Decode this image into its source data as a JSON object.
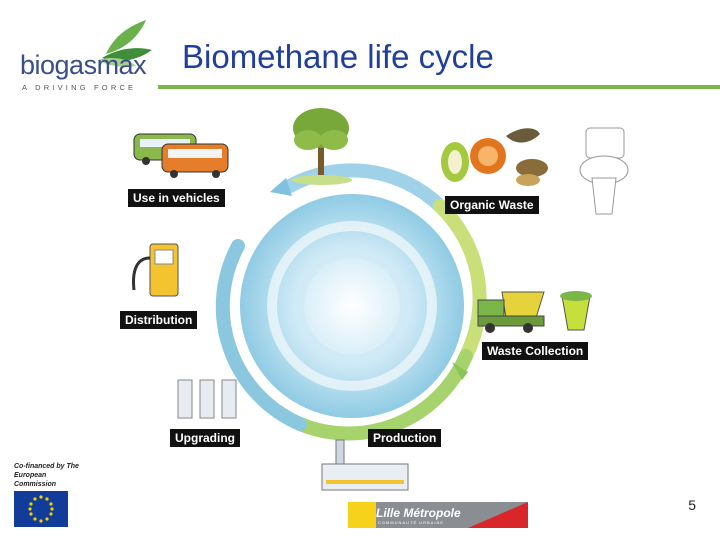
{
  "header": {
    "logo_text": "biogasmax",
    "logo_tagline": "A DRIVING FORCE",
    "title": "Biomethane life cycle"
  },
  "cycle": {
    "labels": {
      "use_in_vehicles": "Use in vehicles",
      "organic_waste": "Organic Waste",
      "distribution": "Distribution",
      "waste_collection": "Waste Collection",
      "upgrading": "Upgrading",
      "production": "Production"
    }
  },
  "footer": {
    "eu_text": "Co-financed by The European Commission",
    "lille_name": "Lille Métropole",
    "lille_sub": "COMMUNAUTÉ URBAINE",
    "page_number": "5"
  },
  "colors": {
    "title": "#1f3f9c",
    "rule": "#7ab648",
    "label_bg": "#111111"
  }
}
